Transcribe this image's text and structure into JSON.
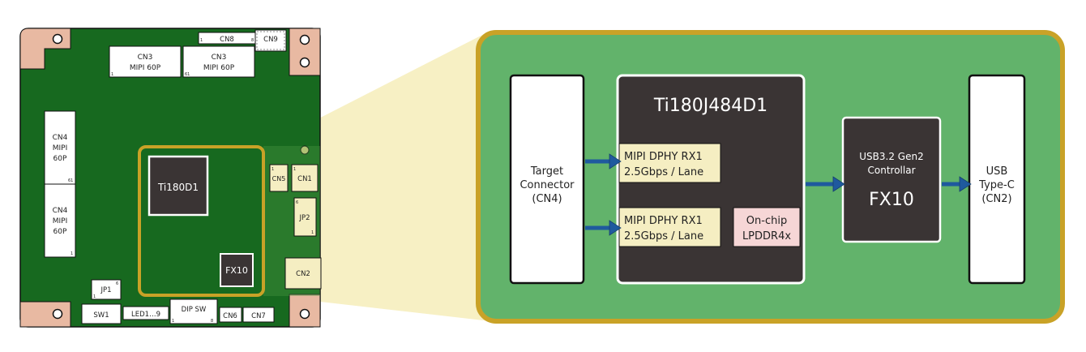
{
  "board": {
    "connectors": {
      "cn8": "CN8",
      "cn9": "CN9",
      "cn3_left": {
        "name": "CN3",
        "desc": "MIPI 60P"
      },
      "cn3_right": {
        "name": "CN3",
        "desc": "MIPI 60P"
      },
      "cn4_top": {
        "name": "CN4",
        "line2": "MIPI",
        "line3": "60P"
      },
      "cn4_bottom": {
        "name": "CN4",
        "line2": "MIPI",
        "line3": "60P"
      },
      "cn5": "CN5",
      "cn1": "CN1",
      "jp2": "JP2",
      "cn2": "CN2",
      "jp1": "JP1",
      "sw1": "SW1",
      "led": "LED1…9",
      "dipsw": "DIP SW",
      "cn6": "CN6",
      "cn7": "CN7"
    },
    "chips": {
      "main": "Ti180D1",
      "usb": "FX10"
    },
    "pin_marks": {
      "one": "1",
      "six": "6",
      "eight": "8",
      "sixty_one": "61"
    }
  },
  "block": {
    "target": {
      "line1": "Target",
      "line2": "Connector",
      "line3": "(CN4)"
    },
    "fpga": {
      "title": "Ti180J484D1"
    },
    "rx1": {
      "line1": "MIPI DPHY RX1",
      "line2": "2.5Gbps / Lane"
    },
    "rx2": {
      "line1": "MIPI DPHY RX1",
      "line2": "2.5Gbps / Lane"
    },
    "ddr": {
      "line1": "On-chip",
      "line2": "LPDDR4x"
    },
    "fx10": {
      "line1": "USB3.2 Gen2",
      "line2": "Controllar",
      "line3": "FX10"
    },
    "usb": {
      "line1": "USB",
      "line2": "Type-C",
      "line3": "(CN2)"
    }
  },
  "colors": {
    "pcb": "#17691f",
    "pcb_light": "#62b36b",
    "gold": "#c9a227",
    "corner_pad": "#e8b9a2",
    "chip": "#3a3434",
    "label_fill": "#f5eec2",
    "ddr_fill": "#f6d6d6",
    "arrow": "#1f5a9e",
    "zoom_wedge": "#f7f0c4"
  }
}
